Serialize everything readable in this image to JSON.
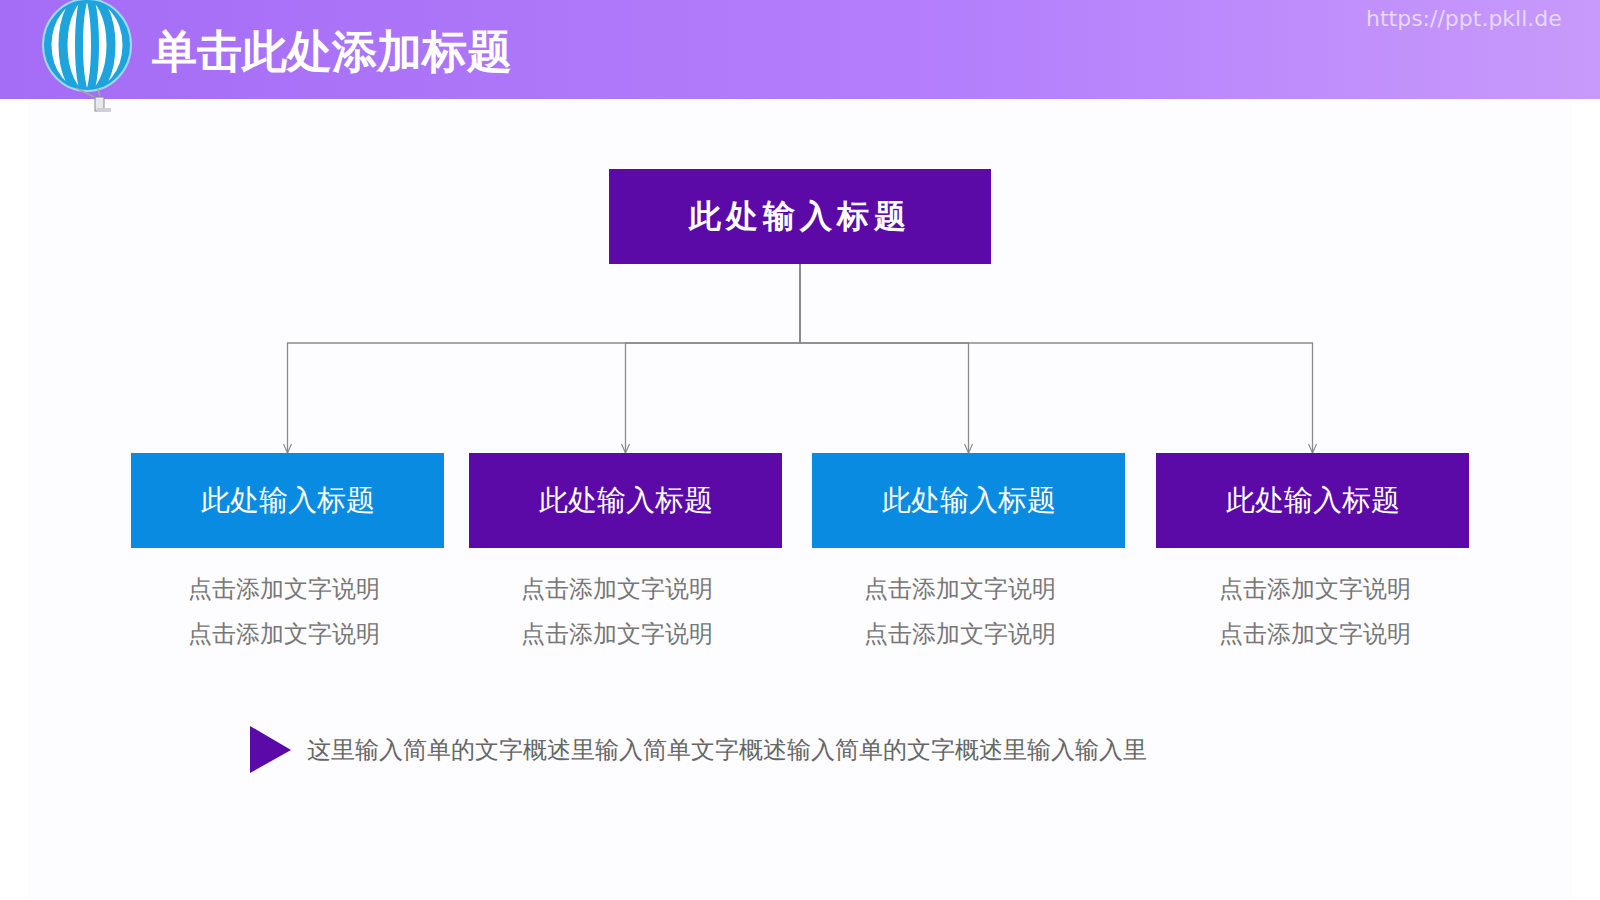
{
  "diagram": {
    "title": "单击此处添加标题",
    "nodes": [
      {
        "text": [
          "此处输入标题"
        ]
      },
      {
        "text": [
          "此处输入标题"
        ]
      },
      {
        "text": [
          "此处输入标题"
        ]
      },
      {
        "text": [
          "此处输入标题"
        ]
      },
      {
        "text": [
          "此处输入标题"
        ]
      }
    ],
    "edges": [
      {
        "from": 0,
        "to": 1,
        "arrow": "to"
      },
      {
        "from": 0,
        "to": 2,
        "arrow": "to"
      },
      {
        "from": 0,
        "to": 3,
        "arrow": "to"
      },
      {
        "from": 0,
        "to": 4,
        "arrow": "to"
      }
    ],
    "labels": [
      "https://ppt.pkll.de",
      "点击添加文字说明",
      "点击添加文字说明",
      "点击添加文字说明",
      "点击添加文字说明",
      "点击添加文字说明",
      "点击添加文字说明",
      "点击添加文字说明",
      "点击添加文字说明",
      "这里输入简单的文字概述里输入简单文字概述输入简单的文字概述里输入输入里"
    ]
  }
}
